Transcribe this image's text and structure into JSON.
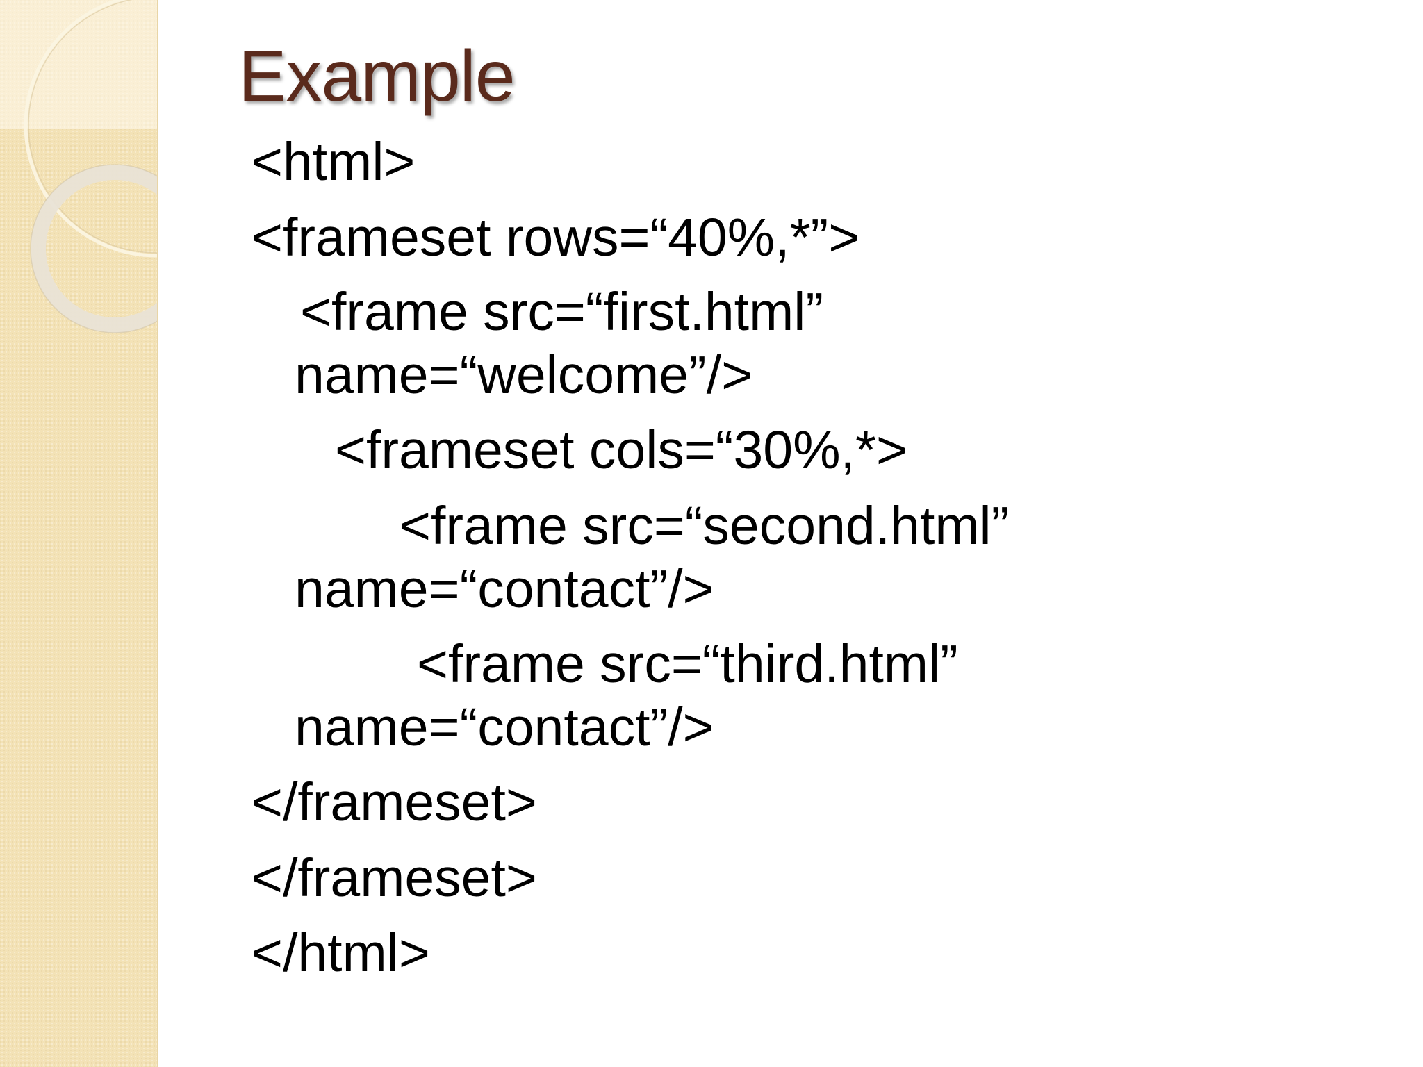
{
  "slide": {
    "title": "Example",
    "lines": [
      "<html>",
      "<frameset rows=“40%,*”>",
      "<frame src=“first.html”",
      "name=“welcome”/>",
      "<frameset cols=“30%,*>",
      "<frame src=“second.html”",
      "name=“contact”/>",
      "<frame src=“third.html”",
      "name=“contact”/>",
      "</frameset>",
      "</frameset>",
      "</html>"
    ]
  },
  "colors": {
    "title": "#5a2a1c",
    "side_panel": "#f3e2b6",
    "text": "#000000"
  }
}
